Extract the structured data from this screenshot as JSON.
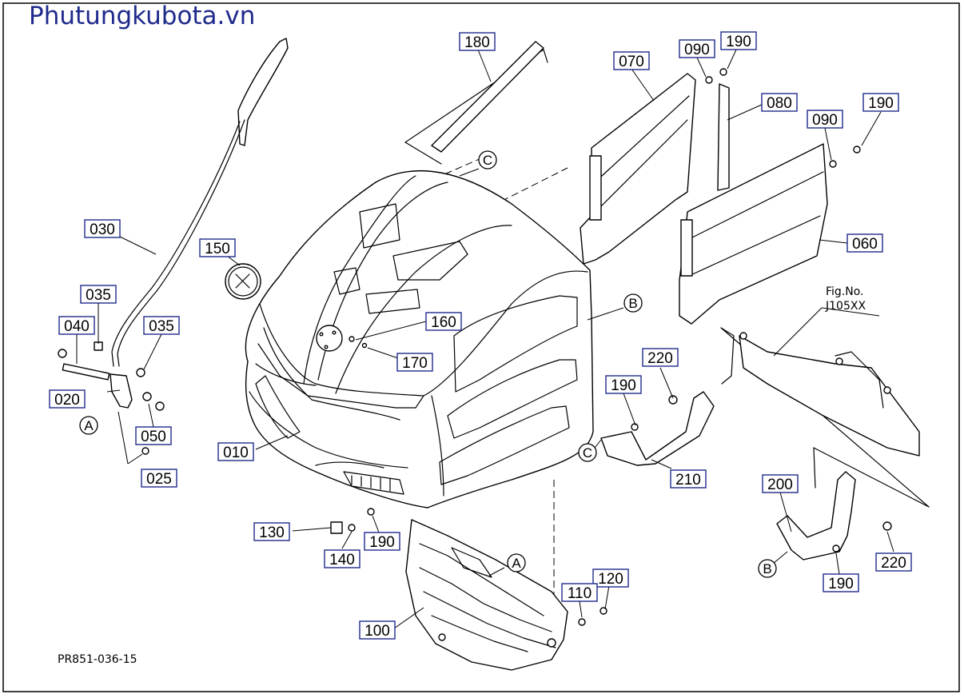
{
  "site_title": "Phutungkubota.vn",
  "reference_code": "PR851-036-15",
  "figure_reference": {
    "line1": "Fig.No.",
    "line2": "J105XX"
  },
  "callouts": [
    {
      "id": "c180",
      "label": "180"
    },
    {
      "id": "c070",
      "label": "070"
    },
    {
      "id": "c090a",
      "label": "090"
    },
    {
      "id": "c190a",
      "label": "190"
    },
    {
      "id": "c080",
      "label": "080"
    },
    {
      "id": "c090b",
      "label": "090"
    },
    {
      "id": "c190b",
      "label": "190"
    },
    {
      "id": "c030",
      "label": "030"
    },
    {
      "id": "c150",
      "label": "150"
    },
    {
      "id": "c060",
      "label": "060"
    },
    {
      "id": "c035a",
      "label": "035"
    },
    {
      "id": "c040",
      "label": "040"
    },
    {
      "id": "c035b",
      "label": "035"
    },
    {
      "id": "c160",
      "label": "160"
    },
    {
      "id": "c170",
      "label": "170"
    },
    {
      "id": "c220a",
      "label": "220"
    },
    {
      "id": "c020",
      "label": "020"
    },
    {
      "id": "c190c",
      "label": "190"
    },
    {
      "id": "c050",
      "label": "050"
    },
    {
      "id": "c010",
      "label": "010"
    },
    {
      "id": "c210",
      "label": "210"
    },
    {
      "id": "c025",
      "label": "025"
    },
    {
      "id": "c200",
      "label": "200"
    },
    {
      "id": "c130",
      "label": "130"
    },
    {
      "id": "c190d",
      "label": "190"
    },
    {
      "id": "c140",
      "label": "140"
    },
    {
      "id": "c220b",
      "label": "220"
    },
    {
      "id": "c120",
      "label": "120"
    },
    {
      "id": "c190e",
      "label": "190"
    },
    {
      "id": "c110",
      "label": "110"
    },
    {
      "id": "c100",
      "label": "100"
    }
  ],
  "markers": [
    {
      "id": "mC1",
      "label": "C"
    },
    {
      "id": "mB1",
      "label": "B"
    },
    {
      "id": "mA1",
      "label": "A"
    },
    {
      "id": "mC2",
      "label": "C"
    },
    {
      "id": "mA2",
      "label": "A"
    },
    {
      "id": "mB2",
      "label": "B"
    }
  ]
}
